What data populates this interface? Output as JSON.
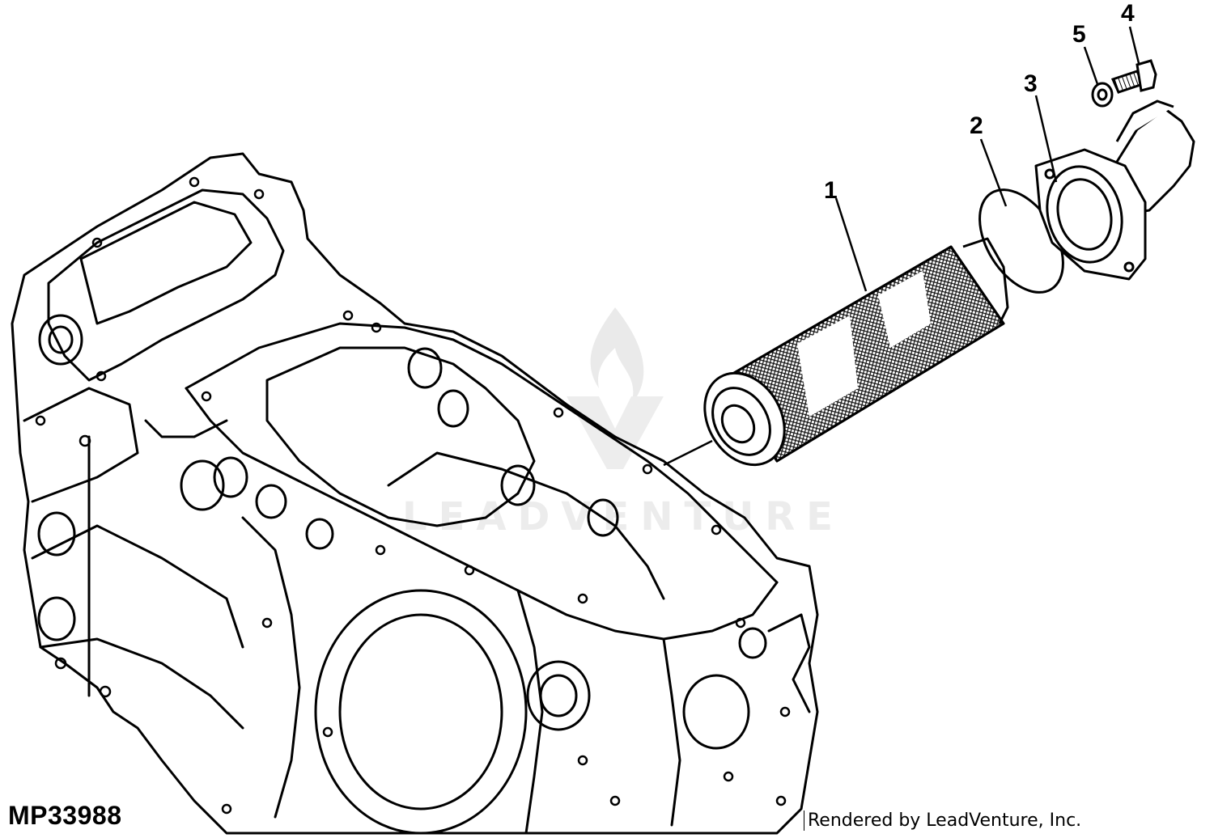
{
  "diagram": {
    "callouts": [
      {
        "id": "1",
        "label": "1"
      },
      {
        "id": "2",
        "label": "2"
      },
      {
        "id": "3",
        "label": "3"
      },
      {
        "id": "4",
        "label": "4"
      },
      {
        "id": "5",
        "label": "5"
      }
    ],
    "part_code": "MP33988",
    "credit": "Rendered by LeadVenture, Inc.",
    "watermark_text": "LEADVENTURE",
    "line_color": "#000000",
    "mesh_color": "#000000",
    "watermark_color": "#e6e6e6"
  }
}
